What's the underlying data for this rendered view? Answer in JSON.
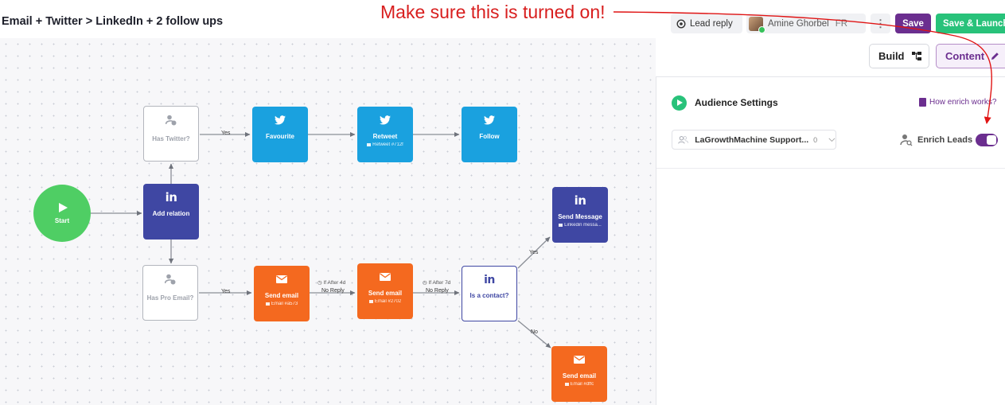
{
  "header": {
    "title": "Email + Twitter > LinkedIn + 2 follow ups",
    "lead_reply": "Lead reply",
    "user_name": "Amine Ghorbel",
    "user_lang": "FR",
    "more": "⋮",
    "save": "Save",
    "save_launch": "Save & Launch"
  },
  "annotation": "Make sure this is turned on!",
  "view_toggle": {
    "build": "Build",
    "content": "Content"
  },
  "panel": {
    "title": "Audience Settings",
    "help_link": "How enrich works?",
    "audience": "LaGrowthMachine Support...",
    "audience_count": "0",
    "enrich_label": "Enrich Leads",
    "enrich_enabled": true
  },
  "flow": {
    "start": "Start",
    "has_twitter": "Has Twitter?",
    "favourite": "Favourite",
    "retweet": "Retweet",
    "retweet_sub": "Retweet #712f",
    "follow": "Follow",
    "add_relation": "Add relation",
    "send_message": "Send Message",
    "send_message_sub": "Linkedin messa...",
    "has_pro_email": "Has Pro Email?",
    "send_email_1": "Send email",
    "send_email_1_sub": "Email #a573",
    "send_email_2": "Send email",
    "send_email_2_sub": "Email #2702",
    "is_contact": "Is a contact?",
    "send_email_3": "Send email",
    "send_email_3_sub": "Email #dffc",
    "yes": "Yes",
    "no": "No",
    "no_reply": "No Reply",
    "if_after_4d": "If After 4d",
    "if_after_7d": "If After 7d"
  },
  "colors": {
    "twitter_blue": "#1aa1df",
    "linkedin_navy": "#3f47a3",
    "email_orange": "#f4691f",
    "start_green": "#4fce64",
    "brand_purple": "#6b2e8f",
    "launch_green": "#28c27a",
    "annotation_red": "#d81e1e"
  }
}
